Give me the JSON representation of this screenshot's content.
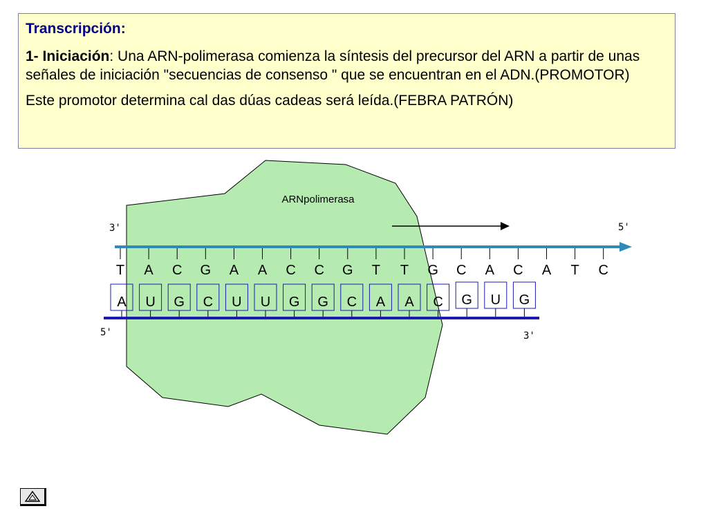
{
  "slide": {
    "title": "Transcripción:",
    "paragraph1": {
      "label": "1- Iniciación",
      "text": ": Una ARN-polimerasa comienza la síntesis del precursor del  ARN a partir de unas señales de iniciación \"secuencias de consenso \" que se encuentran en el ADN.(PROMOTOR)"
    },
    "paragraph2": "Este promotor determina cal das dúas cadeas será leída.(FEBRA PATRÓN)"
  },
  "diagram": {
    "enzyme_label": "ARNpolimerasa",
    "dna_strand": {
      "end_left": "3'",
      "end_right": "5'",
      "bases": [
        "T",
        "A",
        "C",
        "G",
        "A",
        "A",
        "C",
        "C",
        "G",
        "T",
        "T",
        "G",
        "C",
        "A",
        "C",
        "A",
        "T",
        "C"
      ],
      "color": "#2e8bb8"
    },
    "rna_strand": {
      "end_left": "5'",
      "end_right": "3'",
      "bases": [
        "A",
        "U",
        "G",
        "C",
        "U",
        "U",
        "G",
        "G",
        "C",
        "A",
        "A",
        "C",
        "G",
        "U",
        "G"
      ],
      "color": "#1a1ab0"
    },
    "enzyme_color": "#b5ebb0",
    "direction_arrow": "right"
  },
  "navigation": {
    "button_icon": "up-triangle-icon"
  }
}
